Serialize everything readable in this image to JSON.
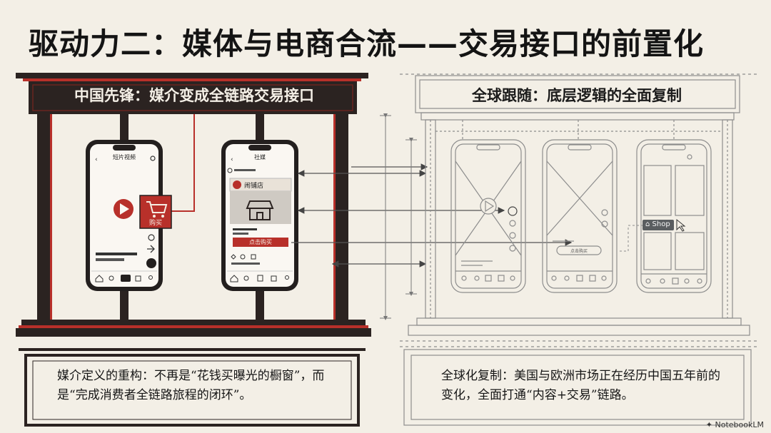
{
  "title": "驱动力二：媒体与电商合流——交易接口的前置化",
  "left_panel": {
    "banner": "中国先锋：媒介变成全链路交易接口",
    "phone1": {
      "title": "短片视频",
      "cart_label": "购买"
    },
    "phone2": {
      "title": "社媒",
      "shop_name": "闹铺店",
      "buy_button": "点击购买"
    },
    "caption": "媒介定义的重构：不再是“花钱买曝光的橱窗”，而是“完成消费者全链路旅程的闭环”。"
  },
  "right_panel": {
    "banner": "全球跟随：底层逻辑的全面复制",
    "wireframe2_button": "点击购买",
    "shop_button": "Shop",
    "caption": "全球化复制：美国与欧洲市场正在经历中国五年前的变化，全面打通“内容+交易”链路。"
  },
  "colors": {
    "accent_red": "#b8302a",
    "dark_frame": "#2b2321",
    "blueprint_line": "#8d8d8d",
    "background": "#f3efe6"
  },
  "brand": "NotebookLM"
}
